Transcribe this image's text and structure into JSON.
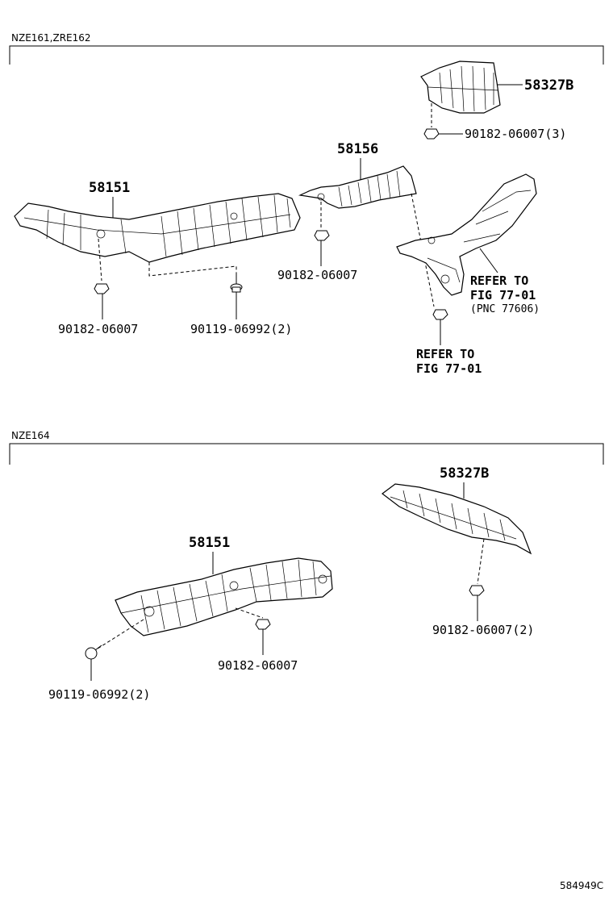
{
  "sections": {
    "top": {
      "label": "NZE161,ZRE162"
    },
    "bottom": {
      "label": "NZE164"
    }
  },
  "top": {
    "p58327b": "58327B",
    "nut_90182_3": "90182-06007(3)",
    "p58156": "58156",
    "p58151": "58151",
    "nut_90182_a": "90182-06007",
    "nut_90182_b": "90182-06007",
    "bolt_90119_2": "90119-06992(2)",
    "refer1_line1": "REFER TO",
    "refer1_line2": "FIG 77-01",
    "refer1_line3": "(PNC 77606)",
    "refer2_line1": "REFER TO",
    "refer2_line2": "FIG 77-01"
  },
  "bottom": {
    "p58327b": "58327B",
    "p58151": "58151",
    "nut_90182_2": "90182-06007(2)",
    "nut_90182": "90182-06007",
    "bolt_90119_2": "90119-06992(2)"
  },
  "figure_id": "584949C"
}
